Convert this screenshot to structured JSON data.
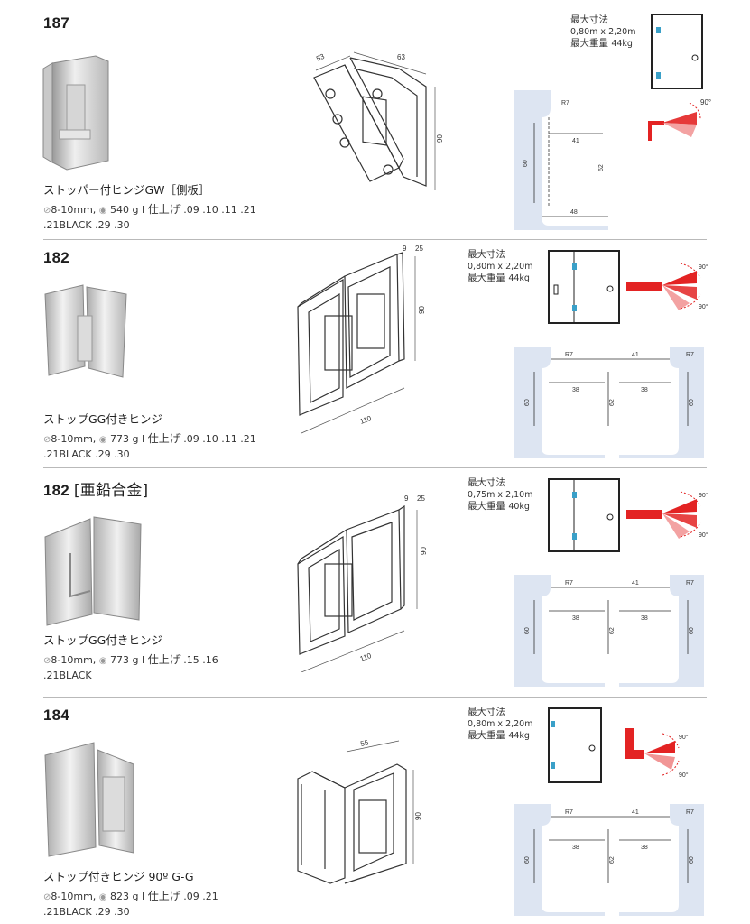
{
  "products": [
    {
      "code": "187",
      "code_sub": "",
      "name": "ストッパー付ヒンジGW［側板］",
      "glass": "8-10mm,",
      "weight": "540 g",
      "finish_label": "仕上げ",
      "finishes": ".09 .10 .11 .21",
      "finishes2": ".21BLACK .29 .30",
      "max_label": "最大寸法",
      "max_size": "0,80m x 2,20m",
      "weight_label": "最大重量",
      "max_weight": "44kg",
      "dims": {
        "a": "53",
        "b": "63",
        "h": "90"
      },
      "plan": {
        "r": "R7",
        "w": "41",
        "h1": "60",
        "h2": "62",
        "w2": "48"
      },
      "angles": [
        "90°"
      ]
    },
    {
      "code": "182",
      "code_sub": "",
      "name": "ストップGG付きヒンジ",
      "glass": "8-10mm,",
      "weight": "773 g",
      "finish_label": "仕上げ",
      "finishes": ".09 .10 .11 .21",
      "finishes2": ".21BLACK .29 .30",
      "max_label": "最大寸法",
      "max_size": "0,80m x 2,20m",
      "weight_label": "最大重量",
      "max_weight": "44kg",
      "dims": {
        "a": "9",
        "b": "25",
        "h": "90",
        "w": "110"
      },
      "plan": {
        "r": "R7",
        "r2": "R7",
        "w": "41",
        "l": "38",
        "r_": "38",
        "h1": "60",
        "h2": "62",
        "h3": "60"
      },
      "angles": [
        "90°",
        "90°"
      ]
    },
    {
      "code": "182",
      "code_sub": "[亜鉛合金]",
      "name": "ストップGG付きヒンジ",
      "glass": "8-10mm,",
      "weight": "773 g",
      "finish_label": "仕上げ",
      "finishes": ".15 .16",
      "finishes2": ".21BLACK",
      "max_label": "最大寸法",
      "max_size": "0,75m x 2,10m",
      "weight_label": "最大重量",
      "max_weight": "40kg",
      "dims": {
        "a": "9",
        "b": "25",
        "h": "90",
        "w": "110"
      },
      "plan": {
        "r": "R7",
        "r2": "R7",
        "w": "41",
        "l": "38",
        "r_": "38",
        "h1": "60",
        "h2": "62",
        "h3": "60"
      },
      "angles": [
        "90°",
        "90°"
      ]
    },
    {
      "code": "184",
      "code_sub": "",
      "name": "ストップ付きヒンジ 90º G-G",
      "glass": "8-10mm,",
      "weight": "823 g",
      "finish_label": "仕上げ",
      "finishes": ".09 .21",
      "finishes2": ".21BLACK .29 .30",
      "max_label": "最大寸法",
      "max_size": "0,80m x 2,20m",
      "weight_label": "最大重量",
      "max_weight": "44kg",
      "dims": {
        "a": "55",
        "h": "90"
      },
      "plan": {
        "r": "R7",
        "r2": "R7",
        "w": "41",
        "l": "38",
        "r_": "38",
        "h1": "60",
        "h2": "62",
        "h3": "60"
      },
      "angles": [
        "90°",
        "90°"
      ]
    }
  ],
  "colors": {
    "accent_red": "#e32323",
    "plan_bg": "#dde5f2",
    "door_blue": "#3aa0c8"
  }
}
